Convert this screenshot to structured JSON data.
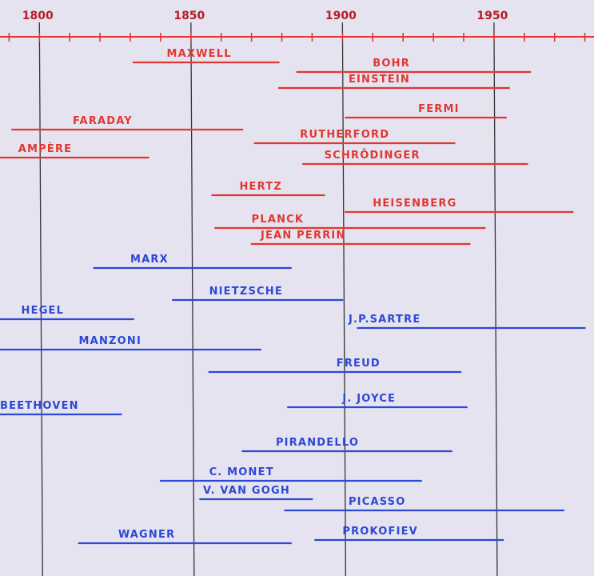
{
  "chart_data": {
    "type": "timeline",
    "x_ticks": [
      {
        "value": 1800,
        "label": "1800"
      },
      {
        "value": 1850,
        "label": "1850"
      },
      {
        "value": 1900,
        "label": "1900"
      },
      {
        "value": 1950,
        "label": "1950"
      }
    ],
    "xlim": [
      1787,
      1983
    ],
    "vertical_gridlines": [
      1800,
      1850,
      1900,
      1950
    ],
    "colors": {
      "axis": "#e1372f",
      "scientists": "#e1372f",
      "humanities": "#2c48d4",
      "gridline": "#333333",
      "tick_label": "#b51d25"
    },
    "series": [
      {
        "name": "",
        "color": "#e1372f",
        "people": [
          {
            "name": "MAXWELL",
            "start": 1831,
            "end": 1879
          },
          {
            "name": "BOHR",
            "start": 1885,
            "end": 1962
          },
          {
            "name": "EINSTEIN",
            "start": 1879,
            "end": 1955
          },
          {
            "name": "FERMI",
            "start": 1901,
            "end": 1954
          },
          {
            "name": "FARADAY",
            "start": 1791,
            "end": 1867
          },
          {
            "name": "RUTHERFORD",
            "start": 1871,
            "end": 1937
          },
          {
            "name": "AMPÈRE",
            "start": 1775,
            "end": 1836
          },
          {
            "name": "SCHRÖDINGER",
            "start": 1887,
            "end": 1961
          },
          {
            "name": "HERTZ",
            "start": 1857,
            "end": 1894
          },
          {
            "name": "HEISENBERG",
            "start": 1901,
            "end": 1976
          },
          {
            "name": "PLANCK",
            "start": 1858,
            "end": 1947
          },
          {
            "name": "JEAN PERRIN",
            "start": 1870,
            "end": 1942
          }
        ]
      },
      {
        "name": "",
        "color": "#2c48d4",
        "people": [
          {
            "name": "MARX",
            "start": 1818,
            "end": 1883
          },
          {
            "name": "NIETZSCHE",
            "start": 1844,
            "end": 1900
          },
          {
            "name": "HEGEL",
            "start": 1770,
            "end": 1831
          },
          {
            "name": "J.P.SARTRE",
            "start": 1905,
            "end": 1980
          },
          {
            "name": "MANZONI",
            "start": 1785,
            "end": 1873
          },
          {
            "name": "FREUD",
            "start": 1856,
            "end": 1939
          },
          {
            "name": "J. JOYCE",
            "start": 1882,
            "end": 1941
          },
          {
            "name": "BEETHOVEN",
            "start": 1770,
            "end": 1827
          },
          {
            "name": "PIRANDELLO",
            "start": 1867,
            "end": 1936
          },
          {
            "name": "C. MONET",
            "start": 1840,
            "end": 1926
          },
          {
            "name": "V. VAN GOGH",
            "start": 1853,
            "end": 1890
          },
          {
            "name": "PICASSO",
            "start": 1881,
            "end": 1973
          },
          {
            "name": "WAGNER",
            "start": 1813,
            "end": 1883
          },
          {
            "name": "PROKOFIEV",
            "start": 1891,
            "end": 1953
          }
        ]
      }
    ],
    "title": "",
    "xlabel": "",
    "ylabel": ""
  }
}
